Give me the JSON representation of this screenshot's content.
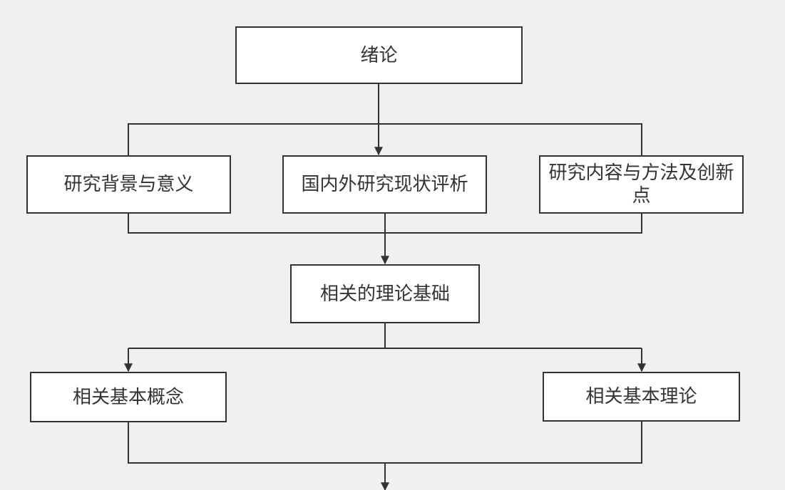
{
  "colors": {
    "background": "#f0f0f0",
    "box_fill": "#ffffff",
    "stroke": "#333333",
    "text": "#333333"
  },
  "diagram": {
    "root": {
      "label": "绪论"
    },
    "intro_sections": [
      {
        "label": "研究背景与意义"
      },
      {
        "label": "国内外研究现状评析"
      },
      {
        "label": "研究内容与方法及创新点"
      }
    ],
    "theory": {
      "label": "相关的理论基础"
    },
    "theory_sections": [
      {
        "label": "相关基本概念"
      },
      {
        "label": "相关基本理论"
      }
    ]
  }
}
